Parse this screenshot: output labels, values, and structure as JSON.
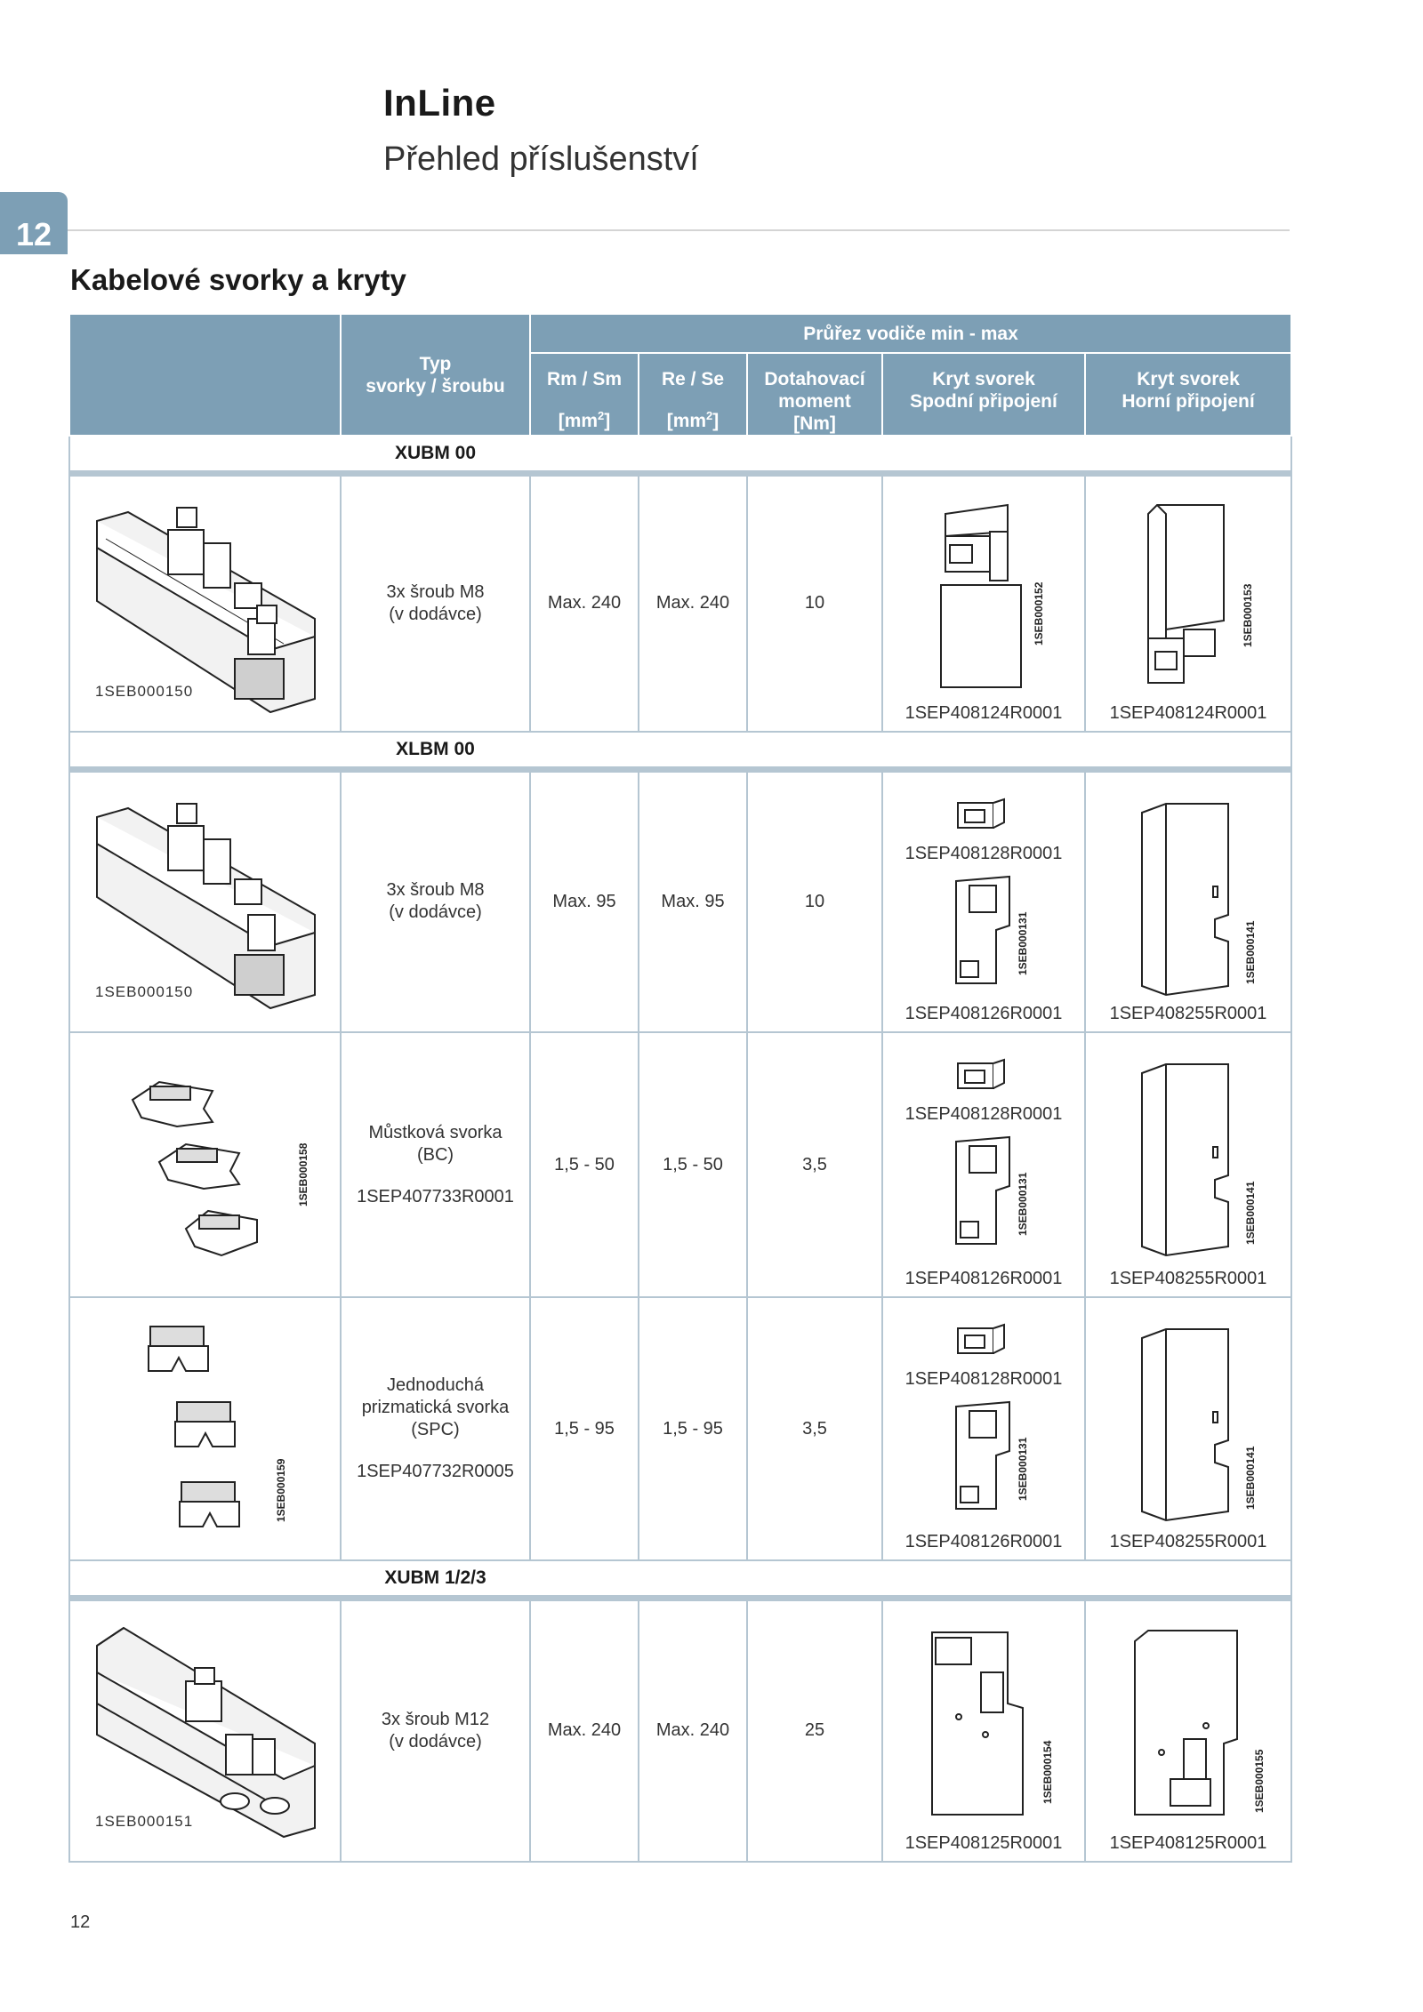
{
  "header": {
    "brand": "InLine",
    "subtitle": "Přehled příslušenství",
    "chapter": "12"
  },
  "section_title": "Kabelové svorky a kryty",
  "table": {
    "col_typ": "Typ svorky / šroubu",
    "col_typ_line1": "Typ",
    "col_typ_line2": "svorky / šroubu",
    "group_header": "Průřez vodiče min - max",
    "col_rm": "Rm / Sm",
    "col_re": "Re / Se",
    "col_torque_l1": "Dotahovací",
    "col_torque_l2": "moment",
    "col_torque_unit": "[Nm]",
    "unit_mm": "[mm",
    "unit_sq": "2",
    "unit_close": "]",
    "col_lower_l1": "Kryt svorek",
    "col_lower_l2": "Spodní připojení",
    "col_upper_l1": "Kryt svorek",
    "col_upper_l2": "Horní připojení",
    "groups": [
      {
        "name": "XUBM 00"
      },
      {
        "name": "XLBM 00"
      },
      {
        "name": "XUBM 1/2/3"
      }
    ],
    "rows": [
      {
        "img_code": "1SEB000150",
        "typ_l1": "3x šroub M8",
        "typ_l2": "(v dodávce)",
        "rm": "Max. 240",
        "re": "Max. 240",
        "torque": "10",
        "lower_code": "1SEB000152",
        "lower_part": "1SEP408124R0001",
        "upper_code": "1SEB000153",
        "upper_part": "1SEP408124R0001"
      },
      {
        "img_code": "1SEB000150",
        "typ_l1": "3x šroub M8",
        "typ_l2": "(v dodávce)",
        "rm": "Max. 95",
        "re": "Max. 95",
        "torque": "10",
        "lower_top_part": "1SEP408128R0001",
        "lower_code": "1SEB000131",
        "lower_part": "1SEP408126R0001",
        "upper_code": "1SEB000141",
        "upper_part": "1SEP408255R0001"
      },
      {
        "img_code": "1SEB000158",
        "typ_l1": "Můstková svorka",
        "typ_l2": "(BC)",
        "typ_part": "1SEP407733R0001",
        "rm": "1,5 - 50",
        "re": "1,5 - 50",
        "torque": "3,5",
        "lower_top_part": "1SEP408128R0001",
        "lower_code": "1SEB000131",
        "lower_part": "1SEP408126R0001",
        "upper_code": "1SEB000141",
        "upper_part": "1SEP408255R0001"
      },
      {
        "img_code": "1SEB000159",
        "typ_l1": "Jednoduchá",
        "typ_l2": "prizmatická svorka",
        "typ_l3": "(SPC)",
        "typ_part": "1SEP407732R0005",
        "rm": "1,5 - 95",
        "re": "1,5 - 95",
        "torque": "3,5",
        "lower_top_part": "1SEP408128R0001",
        "lower_code": "1SEB000131",
        "lower_part": "1SEP408126R0001",
        "upper_code": "1SEB000141",
        "upper_part": "1SEP408255R0001"
      },
      {
        "img_code": "1SEB000151",
        "typ_l1": "3x šroub M12",
        "typ_l2": "(v dodávce)",
        "rm": "Max. 240",
        "re": "Max. 240",
        "torque": "25",
        "lower_code": "1SEB000154",
        "lower_part": "1SEP408125R0001",
        "upper_code": "1SEB000155",
        "upper_part": "1SEP408125R0001"
      }
    ]
  },
  "page_number": "12"
}
